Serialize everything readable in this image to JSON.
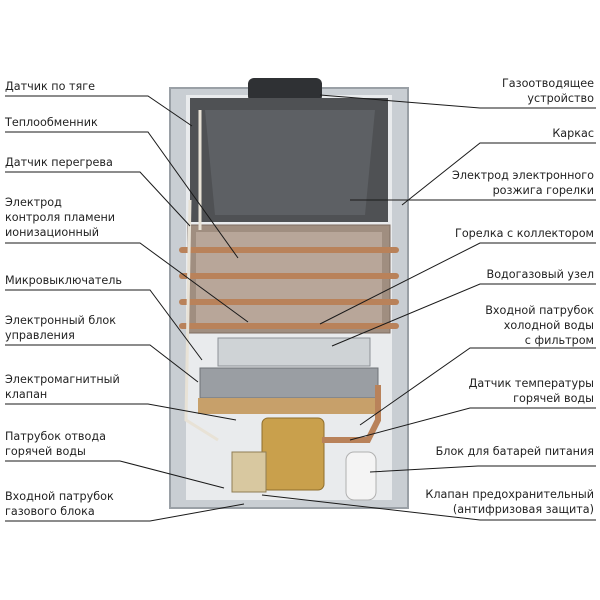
{
  "left_labels": [
    {
      "lines": [
        "Датчик по тяге"
      ]
    },
    {
      "lines": [
        "Теплообменник"
      ]
    },
    {
      "lines": [
        "Датчик перегрева"
      ]
    },
    {
      "lines": [
        "Электрод",
        "контроля пламени",
        "ионизационный"
      ]
    },
    {
      "lines": [
        "Микровыключатель"
      ]
    },
    {
      "lines": [
        "Электронный блок",
        "управления"
      ]
    },
    {
      "lines": [
        "Электромагнитный",
        "клапан"
      ]
    },
    {
      "lines": [
        "Патрубок отвода",
        "горячей воды"
      ]
    },
    {
      "lines": [
        "Входной патрубок",
        "газового блока"
      ]
    }
  ],
  "right_labels": [
    {
      "lines": [
        "Газоотводящее",
        "устройство"
      ]
    },
    {
      "lines": [
        "Каркас"
      ]
    },
    {
      "lines": [
        "Электрод электронного",
        "розжига горелки"
      ]
    },
    {
      "lines": [
        "Горелка с коллектором"
      ]
    },
    {
      "lines": [
        "Водогазовый узел"
      ]
    },
    {
      "lines": [
        "Входной патрубок",
        "холодной воды",
        "с фильтром"
      ]
    },
    {
      "lines": [
        "Датчик температуры",
        "горячей воды"
      ]
    },
    {
      "lines": [
        "Блок для батарей питания"
      ]
    },
    {
      "lines": [
        "Клапан предохранительный",
        "(антифризовая защита)"
      ]
    }
  ],
  "colors": {
    "frame": "#c9ced3",
    "hood": "#4f5154",
    "copper": "#b9825a",
    "brass": "#c9a04c",
    "leader": "#1a1a1a"
  }
}
